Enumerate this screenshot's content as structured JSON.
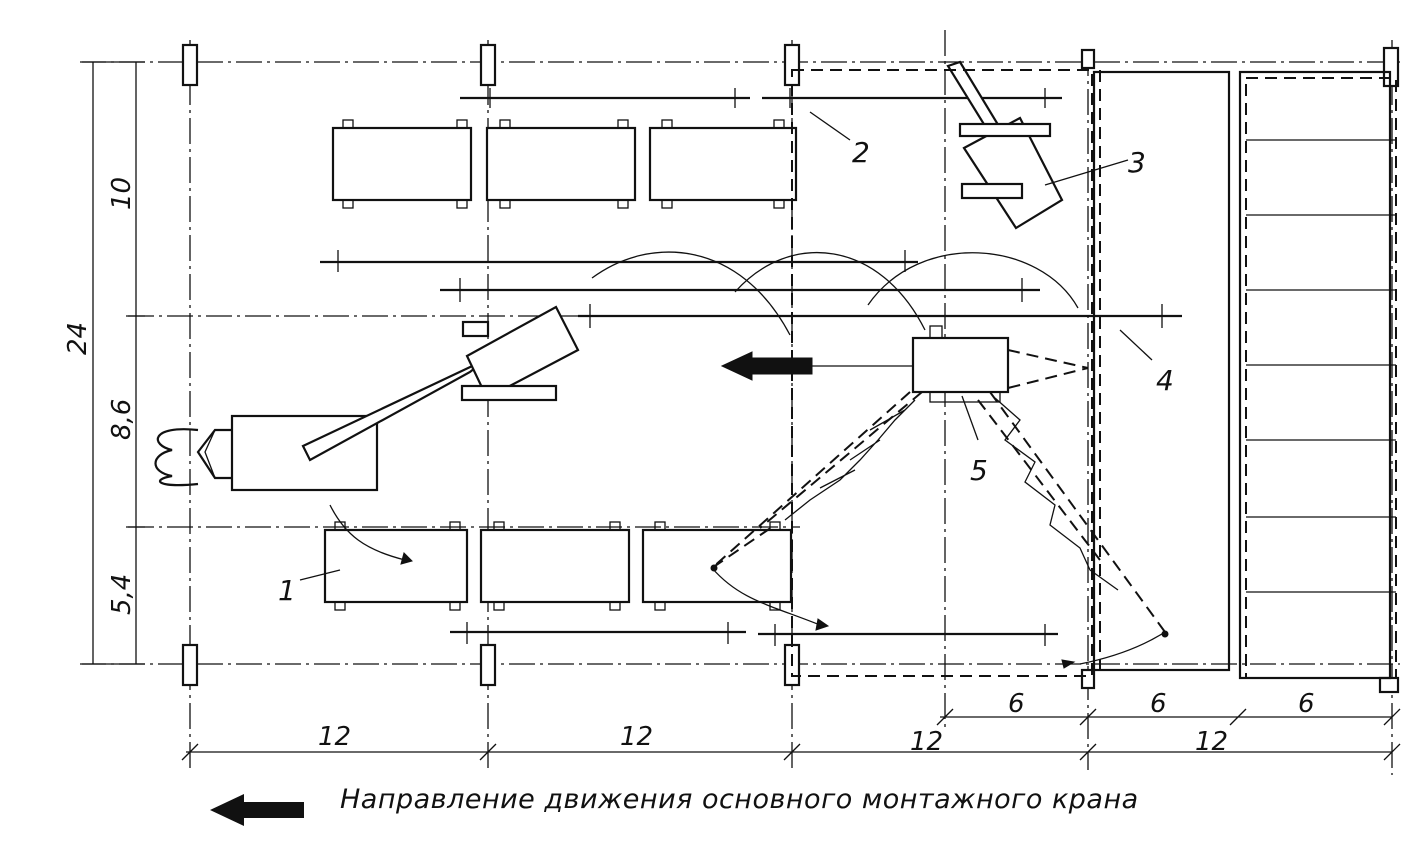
{
  "dimensions": {
    "total_height": "24",
    "h_segments": [
      "10",
      "8,6",
      "5,4"
    ],
    "bays_main": [
      "12",
      "12",
      "12",
      "12"
    ],
    "bays_small": [
      "6",
      "6",
      "6"
    ]
  },
  "labels": {
    "item1": "1",
    "item2": "2",
    "item3": "3",
    "item4": "4",
    "item5": "5"
  },
  "legend": {
    "text": "Направление движения основного монтажного крана",
    "icon": "arrow-left-icon"
  }
}
